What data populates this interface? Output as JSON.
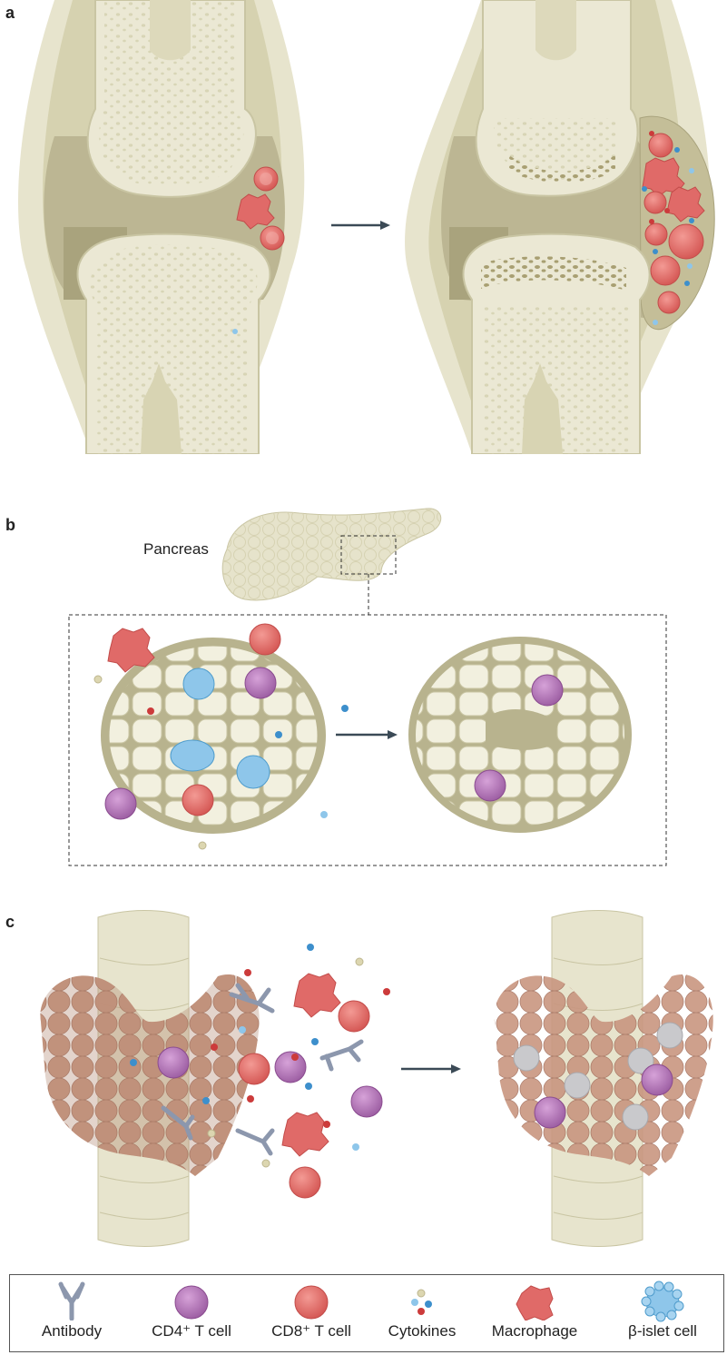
{
  "panels": {
    "a": {
      "letter": "a"
    },
    "b": {
      "letter": "b",
      "organ_label": "Pancreas"
    },
    "c": {
      "letter": "c"
    }
  },
  "legend": [
    {
      "key": "antibody",
      "label": "Antibody",
      "icon": "antibody-icon"
    },
    {
      "key": "cd4",
      "label": "CD4⁺ T cell",
      "icon": "cd4-t-cell-icon"
    },
    {
      "key": "cd8",
      "label": "CD8⁺ T cell",
      "icon": "cd8-t-cell-icon"
    },
    {
      "key": "cytokines",
      "label": "Cytokines",
      "icon": "cytokines-icon"
    },
    {
      "key": "macrophage",
      "label": "Macrophage",
      "icon": "macrophage-icon"
    },
    {
      "key": "beta_islet",
      "label": "β-islet cell",
      "icon": "beta-islet-cell-icon"
    }
  ],
  "colors": {
    "bone": "#efeedd",
    "bone_spot": "#d6d3b2",
    "synovium": "#b8b38e",
    "cd8": "#e06a68",
    "cd4": "#b57ab8",
    "cytokine_blue": "#3d8fcc",
    "cytokine_red": "#cc3b3b",
    "cytokine_cream": "#dcd6b0",
    "islet": "#8ec6ea",
    "antibody": "#8c97ad",
    "thyroid": "#c99a84",
    "trachea": "#e7e4cd",
    "arrow": "#3b4a56"
  }
}
